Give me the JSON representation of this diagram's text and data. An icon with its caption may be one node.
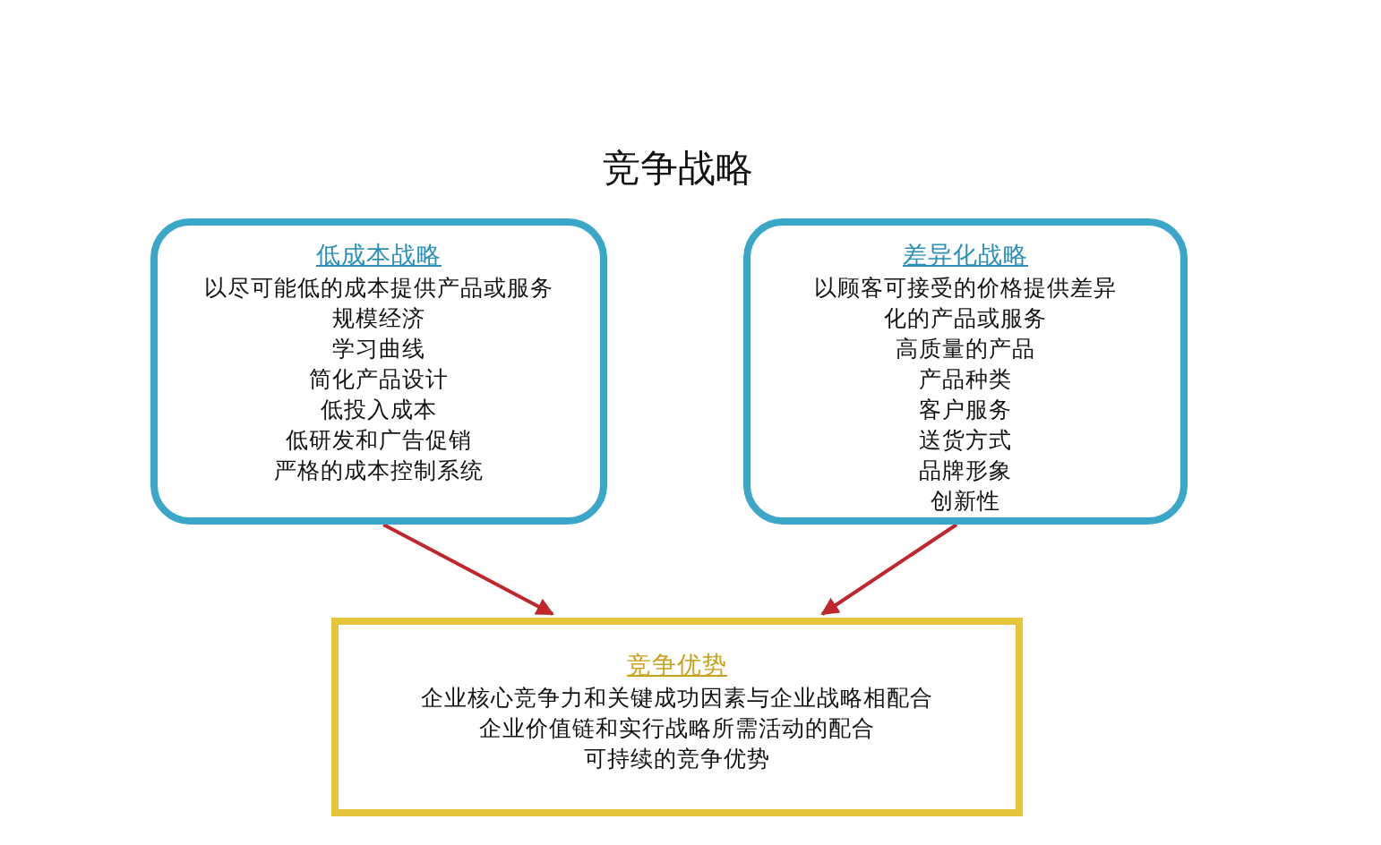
{
  "diagram": {
    "title": "竞争战略",
    "nodes": [
      {
        "text": [
          "低成本战略",
          "以尽可能低的成本提供产品或服务",
          "规模经济",
          "学习曲线",
          "简化产品设计",
          "低投入成本",
          "低研发和广告促销",
          "严格的成本控制系统"
        ]
      },
      {
        "text": [
          "差异化战略",
          "以顾客可接受的价格提供差异化的产品或服务",
          "高质量的产品",
          "产品种类",
          "客户服务",
          "送货方式",
          "品牌形象",
          "创新性"
        ]
      },
      {
        "text": [
          "竞争优势",
          "企业核心竞争力和关键成功因素与企业战略相配合",
          "企业价值链和实行战略所需活动的配合",
          "可持续的竞争优势"
        ]
      }
    ],
    "edges": [
      {
        "from": 0,
        "to": 2,
        "arrow": "to",
        "color": "#c0272d"
      },
      {
        "from": 1,
        "to": 2,
        "arrow": "to",
        "color": "#c0272d"
      }
    ]
  }
}
